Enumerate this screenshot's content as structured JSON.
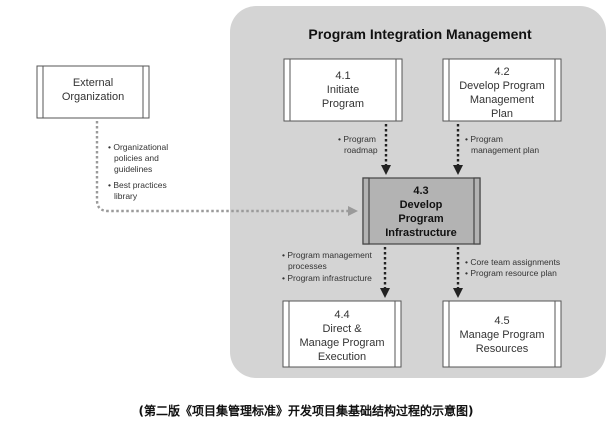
{
  "panel_title": "Program Integration Management",
  "external": {
    "lines": [
      "External",
      "Organization"
    ]
  },
  "processes": [
    {
      "id": "4.1",
      "lines": [
        "4.1",
        "Initiate",
        "Program"
      ]
    },
    {
      "id": "4.2",
      "lines": [
        "4.2",
        "Develop Program",
        "Management",
        "Plan"
      ]
    },
    {
      "id": "4.3",
      "lines": [
        "4.3",
        "Develop",
        "Program",
        "Infrastructure"
      ]
    },
    {
      "id": "4.4",
      "lines": [
        "4.4",
        "Direct &",
        "Manage Program",
        "Execution"
      ]
    },
    {
      "id": "4.5",
      "lines": [
        "4.5",
        "Manage Program",
        "Resources"
      ]
    }
  ],
  "flows": {
    "external_to_43": [
      "• Organizational",
      "policies and",
      "guidelines",
      "• Best practices",
      "library"
    ],
    "p41_to_43": [
      "• Program",
      "roadmap"
    ],
    "p42_to_43": [
      "• Program",
      "management plan"
    ],
    "p43_to_44": [
      "• Program management",
      "processes",
      "• Program infrastructure"
    ],
    "p43_to_45": [
      "• Core team assignments",
      "• Program resource plan"
    ]
  },
  "caption": "(第二版《项目集管理标准》开发项目集基础结构过程的示意图)",
  "colors": {
    "panel": "#d4d4d4",
    "highlight": "#b3b3b3",
    "box": "#ffffff",
    "border": "#555555",
    "arrow": "#222222",
    "dotted": "#9a9a9a"
  }
}
